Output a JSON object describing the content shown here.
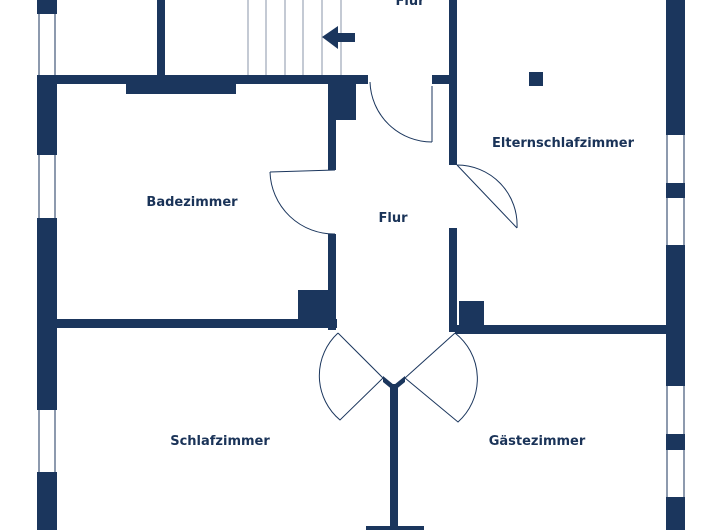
{
  "floorplan": {
    "wall_color": "#1b365d",
    "background": "#ffffff",
    "rooms": [
      {
        "id": "flur-top",
        "label": "Flur"
      },
      {
        "id": "elternschlafzimmer",
        "label": "Elternschlafzimmer"
      },
      {
        "id": "badezimmer",
        "label": "Badezimmer"
      },
      {
        "id": "flur",
        "label": "Flur"
      },
      {
        "id": "schlafzimmer",
        "label": "Schlafzimmer"
      },
      {
        "id": "gaestezimmer",
        "label": "Gästezimmer"
      }
    ],
    "icons": {
      "stair_direction": "arrow-left-icon"
    }
  }
}
